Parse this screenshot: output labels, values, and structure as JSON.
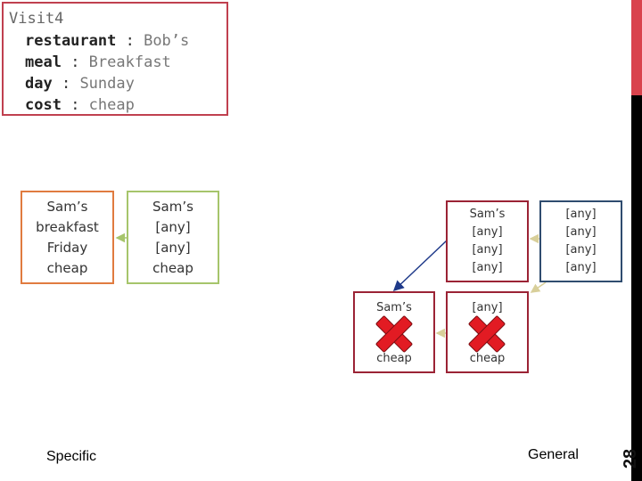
{
  "record": {
    "title": "Visit4",
    "fields": [
      {
        "key": "restaurant",
        "sep": " : ",
        "value": "Bob’s"
      },
      {
        "key": "meal",
        "sep": " : ",
        "value": "Breakfast"
      },
      {
        "key": "day",
        "sep": " : ",
        "value": "Sunday"
      },
      {
        "key": "cost",
        "sep": " : ",
        "value": "cheap"
      }
    ]
  },
  "left_boxes": {
    "specific": [
      "Sam’s",
      "breakfast",
      "Friday",
      "cheap"
    ],
    "generalized": [
      "Sam’s",
      "[any]",
      "[any]",
      "cheap"
    ]
  },
  "right_boxes": {
    "most_general": [
      "[any]",
      "[any]",
      "[any]",
      "[any]"
    ],
    "sams_any": [
      "Sam’s",
      "[any]",
      "[any]",
      "[any]"
    ],
    "sams_cheap": [
      "Sam’s",
      "cheap"
    ],
    "any_cheap": [
      "[any]",
      "cheap"
    ]
  },
  "colors": {
    "orange": "#e07b3f",
    "green": "#a6c56b",
    "maroon": "#9b2335",
    "navy": "#2f4c6f",
    "x_red": "#e21b23",
    "accent": "#d9434d"
  },
  "page_number": "28",
  "labels": {
    "specific": "Specific",
    "general": "General"
  }
}
